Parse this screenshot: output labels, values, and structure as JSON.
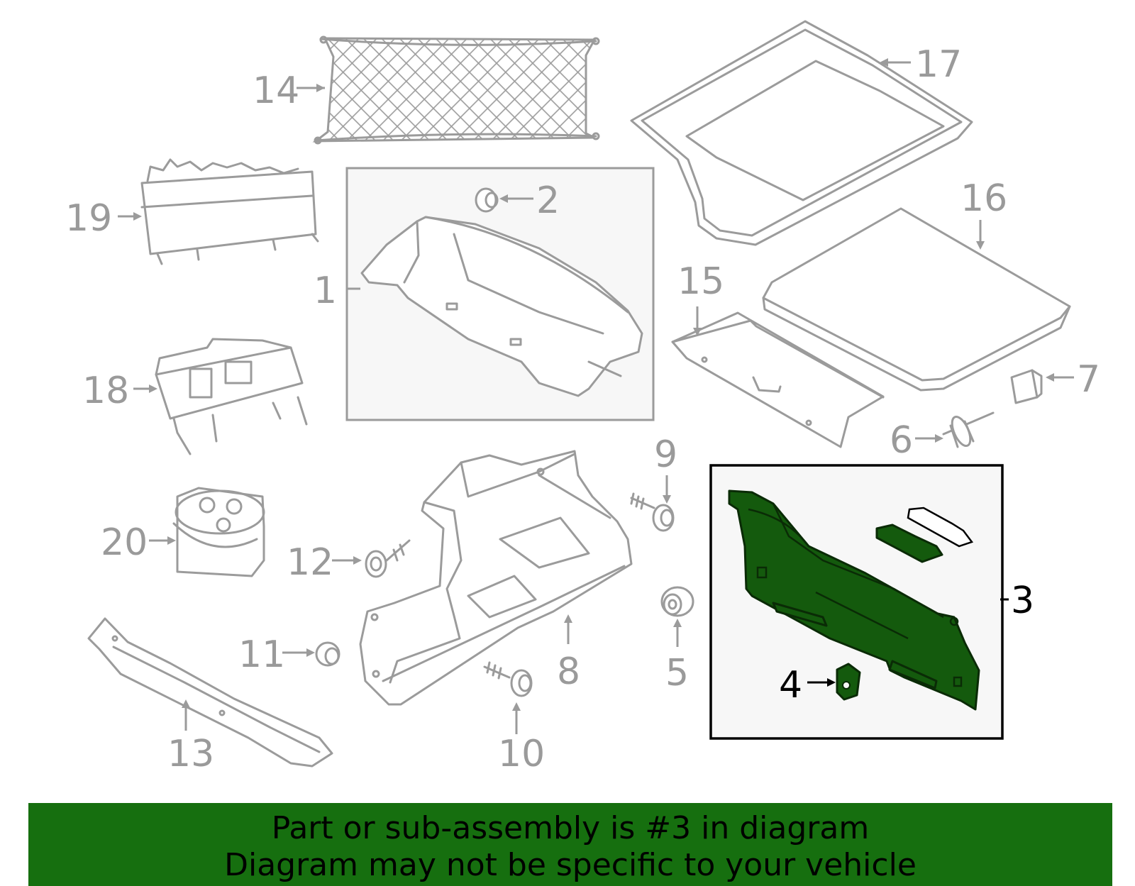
{
  "callouts": {
    "c1": "1",
    "c2": "2",
    "c3": "3",
    "c4": "4",
    "c5": "5",
    "c6": "6",
    "c7": "7",
    "c8": "8",
    "c9": "9",
    "c10": "10",
    "c11": "11",
    "c12": "12",
    "c13": "13",
    "c14": "14",
    "c15": "15",
    "c16": "16",
    "c17": "17",
    "c18": "18",
    "c19": "19",
    "c20": "20"
  },
  "banner": {
    "line1": "Part or sub-assembly is #3 in diagram",
    "line2": "Diagram may not be specific to your vehicle"
  },
  "colors": {
    "highlight_part": "#145a0d",
    "banner_bg": "#166f0f",
    "line_gray": "#9b9b9b",
    "box_bg": "#f7f7f7"
  }
}
